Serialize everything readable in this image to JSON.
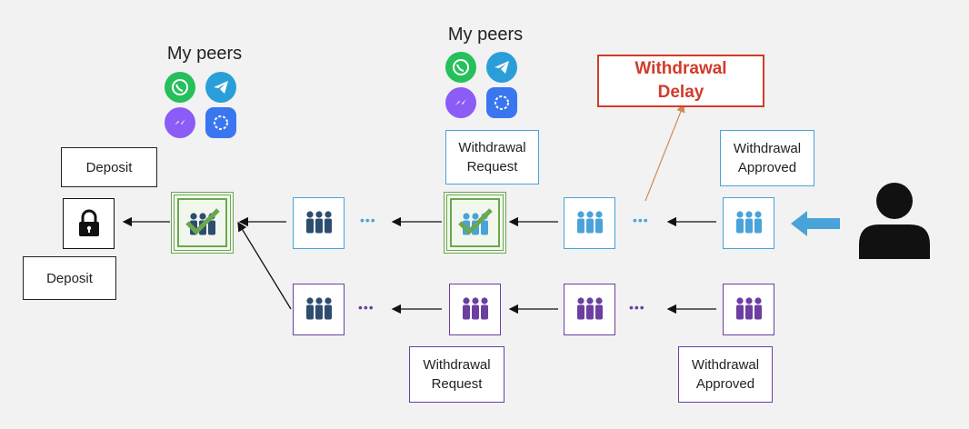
{
  "titles": {
    "left_peers": "My peers",
    "center_peers": "My peers"
  },
  "callouts": {
    "deposit_top": "Deposit",
    "deposit_bottom": "Deposit",
    "blue_request": "Withdrawal\nRequest",
    "blue_approved": "Withdrawal\nApproved",
    "purple_request": "Withdrawal\nRequest",
    "purple_approved": "Withdrawal\nApproved",
    "delay": "Withdrawal\nDelay"
  },
  "ellipsis": "•••",
  "icons": {
    "apps": [
      "whatsapp-icon",
      "telegram-icon",
      "messenger-icon",
      "signal-icon"
    ],
    "lock": "lock-icon",
    "group": "people-group-icon",
    "check": "checkmark-icon",
    "user": "user-icon",
    "arrow": "right-to-left-arrow-icon"
  },
  "colors": {
    "navy": "#2e4d6e",
    "blue": "#4aa3d8",
    "purple": "#6b3fa0",
    "green": "#6aa84f",
    "red": "#d23a2a"
  }
}
